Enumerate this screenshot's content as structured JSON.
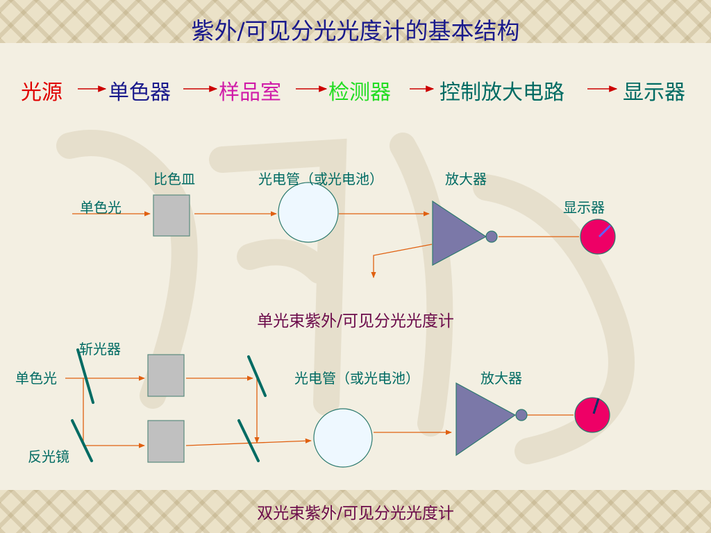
{
  "title": "紫外/可见分光光度计的基本结构",
  "flow": [
    {
      "label": "光源",
      "color": "#e00000"
    },
    {
      "label": "单色器",
      "color": "#1a1a8c"
    },
    {
      "label": "样品室",
      "color": "#d01ca8"
    },
    {
      "label": "检测器",
      "color": "#22dd22"
    },
    {
      "label": "控制放大电路",
      "color": "#006b63"
    },
    {
      "label": "显示器",
      "color": "#006b63"
    }
  ],
  "single": {
    "cuvette_label": "比色皿",
    "detector_label": "光电管（或光电池）",
    "amplifier_label": "放大器",
    "input_label": "单色光",
    "display_label": "显示器",
    "caption": "单光束紫外/可见分光光度计"
  },
  "double": {
    "chopper_label": "斩光器",
    "input_label": "单色光",
    "mirror_label": "反光镜",
    "detector_label": "光电管（或光电池）",
    "amplifier_label": "放大器",
    "caption": "双光束紫外/可见分光光度计"
  },
  "colors": {
    "arrow": "#e06010",
    "flow_arrow": "#cc0000",
    "cuvette_fill": "#c0c0c0",
    "detector_fill": "#eef8ff",
    "amplifier_fill": "#7b78a8",
    "display_fill": "#ee0066",
    "mirror": "#006b63"
  }
}
